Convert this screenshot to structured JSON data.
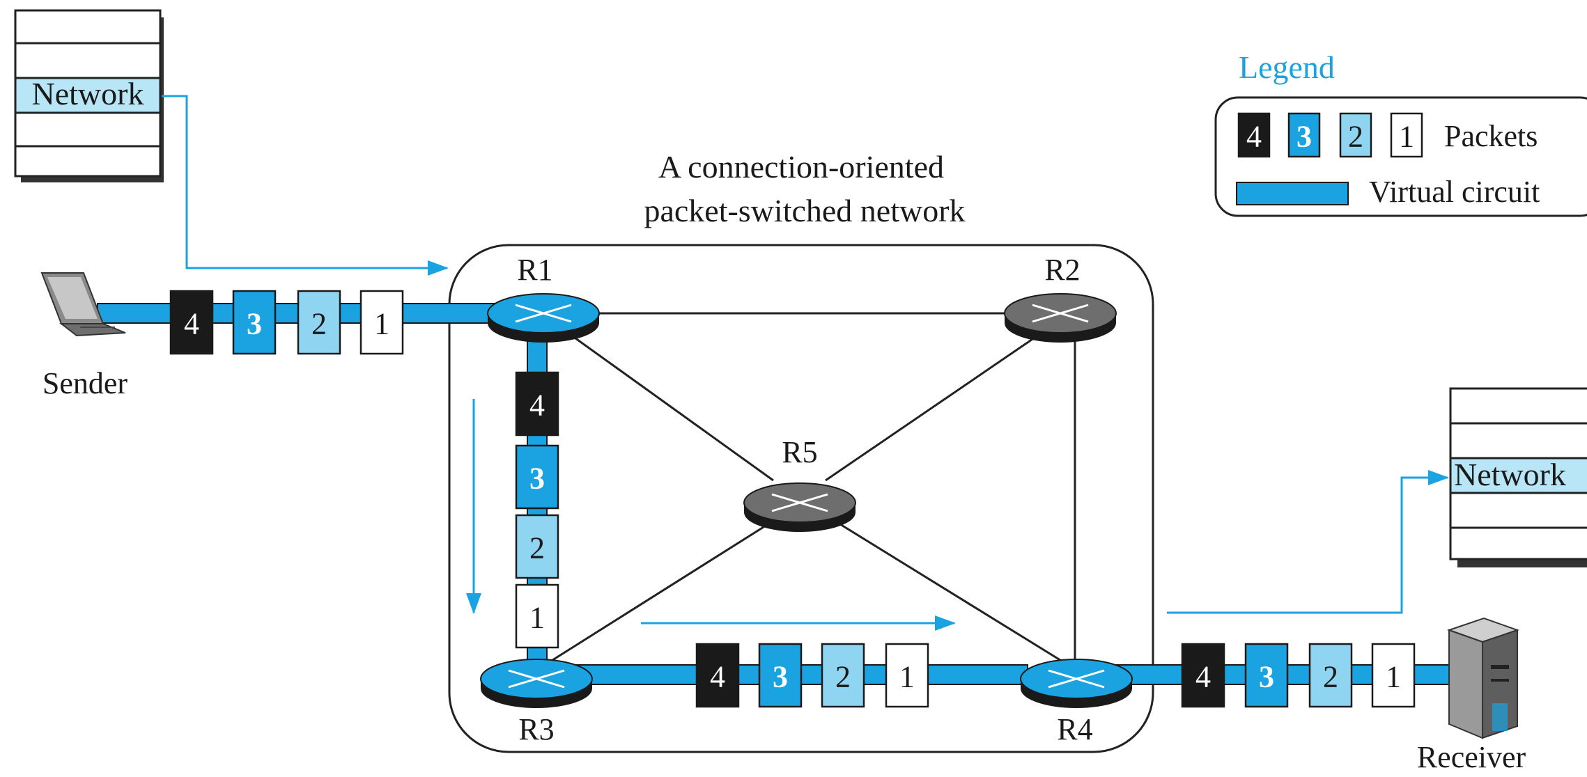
{
  "title": {
    "line1": "A connection-oriented",
    "line2": "packet-switched network"
  },
  "routers": {
    "r1": "R1",
    "r2": "R2",
    "r3": "R3",
    "r4": "R4",
    "r5": "R5"
  },
  "sender": {
    "label": "Sender",
    "stack_label": "Network"
  },
  "receiver": {
    "label": "Receiver",
    "stack_label": "Network"
  },
  "packets": [
    "4",
    "3",
    "2",
    "1"
  ],
  "legend": {
    "title": "Legend",
    "packets_label": "Packets",
    "circuit_label": "Virtual circuit",
    "packet_numbers": [
      "4",
      "3",
      "2",
      "1"
    ]
  },
  "colors": {
    "circuit": "#1aa3e0",
    "packet_4": "#1a1a1a",
    "packet_3": "#1aa3e0",
    "packet_2": "#8fd4f0",
    "packet_1": "#ffffff",
    "router_on_path": "#1aa3e0",
    "router_off_path": "#6e6e6e",
    "arrow": "#1aa3e0"
  },
  "icons": {
    "sender": "laptop-icon",
    "receiver": "server-tower-icon",
    "router": "router-icon"
  }
}
